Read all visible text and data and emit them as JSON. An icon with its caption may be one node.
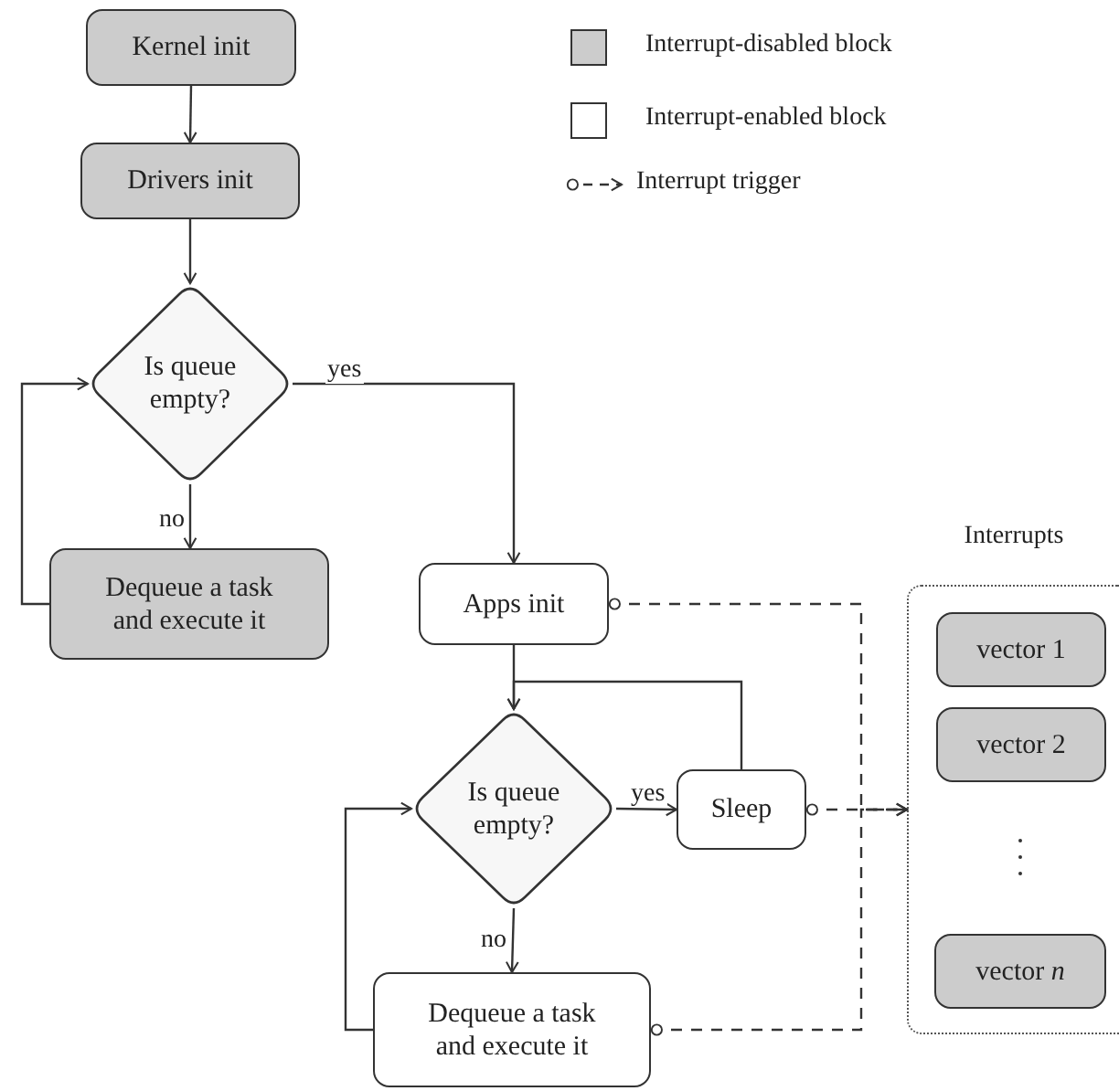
{
  "diagram": {
    "nodes": [
      {
        "text": [
          "Kernel init"
        ]
      },
      {
        "text": [
          "Drivers init"
        ]
      },
      {
        "text": [
          "Is queue empty?"
        ]
      },
      {
        "text": [
          "Dequeue a task and execute it"
        ]
      },
      {
        "text": [
          "Apps init"
        ]
      },
      {
        "text": [
          "Is queue empty?"
        ]
      },
      {
        "text": [
          "Sleep"
        ]
      },
      {
        "text": [
          "Dequeue a task and execute it"
        ]
      },
      {
        "text": [
          "Interrupts"
        ]
      },
      {
        "text": [
          "vector 1"
        ],
        "in": 8
      },
      {
        "text": [
          "vector 2"
        ],
        "in": 8
      },
      {
        "text": [
          "vector *n*"
        ],
        "in": 8
      }
    ],
    "edges": [
      {
        "from": 0,
        "to": 1,
        "arrow": "to"
      },
      {
        "from": 1,
        "to": 2,
        "arrow": "to"
      },
      {
        "from": 2,
        "to": 3,
        "arrow": "to",
        "label": "no"
      },
      {
        "from": 3,
        "to": 2,
        "arrow": "to"
      },
      {
        "from": 2,
        "to": 4,
        "arrow": "to",
        "label": "yes"
      },
      {
        "from": 4,
        "to": 5,
        "arrow": "to"
      },
      {
        "from": 6,
        "to": 5,
        "arrow": "to"
      },
      {
        "from": 5,
        "to": 6,
        "arrow": "to",
        "label": "yes"
      },
      {
        "from": 5,
        "to": 7,
        "arrow": "to",
        "label": "no"
      },
      {
        "from": 7,
        "to": 5,
        "arrow": "to"
      },
      {
        "from": 4,
        "to": 8,
        "arrow": "to",
        "style": "dashed"
      },
      {
        "from": 6,
        "to": 8,
        "arrow": "to",
        "style": "dashed"
      },
      {
        "from": 7,
        "to": 8,
        "arrow": "to",
        "style": "dashed"
      }
    ],
    "legend": [
      {
        "text": "Interrupt-disabled block",
        "color": "#cccccc"
      },
      {
        "text": "Interrupt-enabled block",
        "color": "#ffffff"
      },
      {
        "text": "Interrupt trigger"
      }
    ]
  }
}
